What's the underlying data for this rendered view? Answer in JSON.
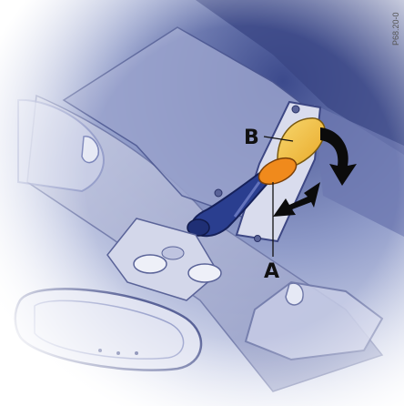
{
  "callouts": {
    "a": "A",
    "b": "B"
  },
  "figure_code": "P68.20-0",
  "icons": {
    "rotate_arrow": "curved-rotate-arrow-icon",
    "push_arrow": "push-arrow-icon"
  },
  "colors": {
    "accent_yellow": "#f2c037",
    "accent_orange": "#f08a1c",
    "roof_blue": "#5f6fa8",
    "roof_dark": "#2d3a78",
    "lever_blue": "#2a3e8f"
  }
}
